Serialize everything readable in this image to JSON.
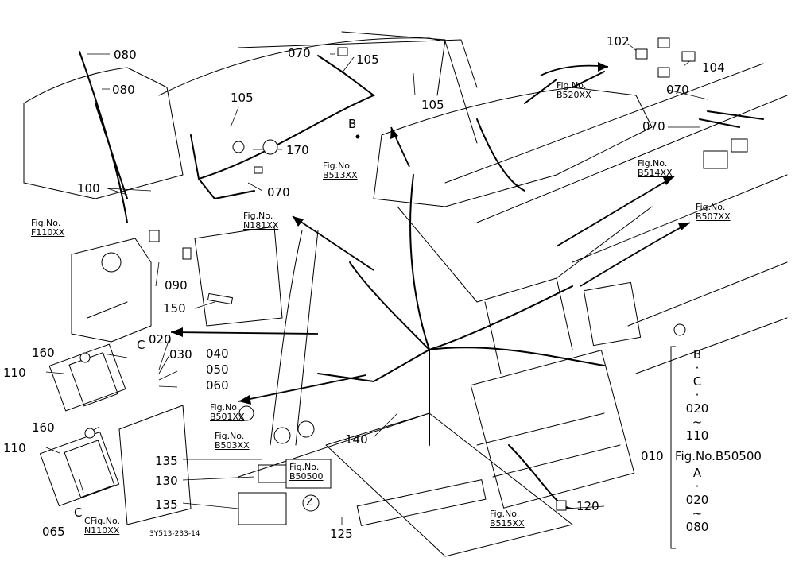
{
  "part_labels": {
    "p080a": "080",
    "p080b": "080",
    "p070a": "070",
    "p105a": "105",
    "p105b": "105",
    "p105c": "105",
    "p170": "170",
    "p070b": "070",
    "p100": "100",
    "p090": "090",
    "p150": "150",
    "p160a": "160",
    "p110a": "110",
    "p020": "020",
    "p030": "030",
    "p040": "040",
    "p050": "050",
    "p060": "060",
    "pCa": "C",
    "pCb": "C",
    "p160b": "160",
    "p110b": "110",
    "p065": "065",
    "p135a": "135",
    "p130": "130",
    "p135b": "135",
    "p140": "140",
    "p125": "125",
    "p120": "120",
    "p102": "102",
    "p104": "104",
    "p070c": "070",
    "p070d": "070",
    "pB": "B",
    "pZ": "Z"
  },
  "fig_refs": {
    "f110": {
      "prefix": "Fig.No.",
      "ref": "F110XX"
    },
    "n181": {
      "prefix": "Fig.No.",
      "ref": "N181XX"
    },
    "b513": {
      "prefix": "Fig.No.",
      "ref": "B513XX"
    },
    "b520": {
      "prefix": "Fig.No.",
      "ref": "B520XX"
    },
    "b514": {
      "prefix": "Fig.No.",
      "ref": "B514XX"
    },
    "b507": {
      "prefix": "Fig.No.",
      "ref": "B507XX"
    },
    "b501": {
      "prefix": "Fig.No.",
      "ref": "B501XX"
    },
    "b503": {
      "prefix": "Fig.No.",
      "ref": "B503XX"
    },
    "b500": {
      "prefix": "Fig.No.",
      "ref": "B50500"
    },
    "b515": {
      "prefix": "Fig.No.",
      "ref": "B515XX"
    },
    "n110": {
      "prefix": "CFig.No.",
      "ref": "N110XX"
    }
  },
  "right_column": {
    "top": [
      "B",
      "·",
      "C",
      "·",
      "020",
      "~",
      "110"
    ],
    "main_num": "010",
    "main_ref": "Fig.No.B50500",
    "bottom": [
      "A",
      "·",
      "020",
      "~",
      "080"
    ]
  },
  "drawing_code": "3Y513-233-14"
}
